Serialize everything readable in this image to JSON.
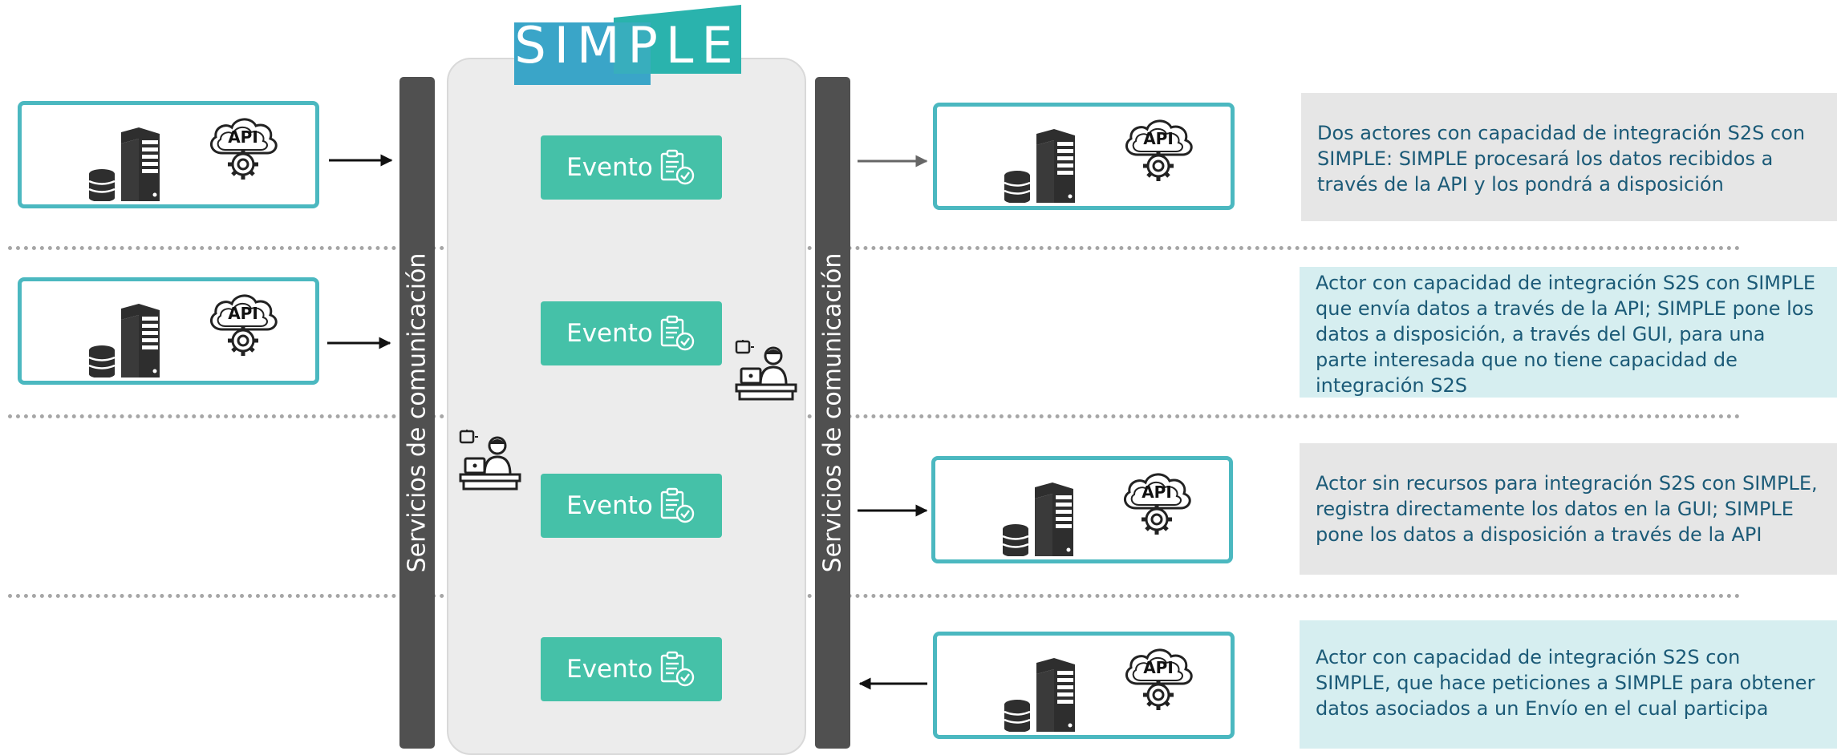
{
  "logo": {
    "text": "SIMPLE"
  },
  "bars": {
    "left_label": "Servicios de comunicación",
    "right_label": "Servicios de comunicación"
  },
  "events": [
    {
      "label": "Evento"
    },
    {
      "label": "Evento"
    },
    {
      "label": "Evento"
    },
    {
      "label": "Evento"
    }
  ],
  "api_label": "API",
  "descriptions": [
    {
      "text": "Dos actores con capacidad de integración S2S con SIMPLE: SIMPLE procesará los datos recibidos a través de la API y los pondrá a disposición"
    },
    {
      "text": "Actor con capacidad de integración S2S con SIMPLE que envía datos a través de la API; SIMPLE pone los datos a disposición, a través del GUI, para una parte interesada que no tiene capacidad de integración S2S"
    },
    {
      "text": "Actor sin recursos para integración S2S con SIMPLE, registra directamente los datos en la GUI; SIMPLE pone los datos a disposición a través de la API"
    },
    {
      "text": "Actor con capacidad de integración S2S con SIMPLE, que hace peticiones a SIMPLE para obtener datos asociados a un Envío en el cual participa"
    }
  ],
  "colors": {
    "teal_button": "#45c1a8",
    "actor_border": "#4bb8c0",
    "bar": "#505050",
    "text": "#1b5a77",
    "logo_teal": "#2ab3ad",
    "logo_blue": "#3aa5c8"
  }
}
